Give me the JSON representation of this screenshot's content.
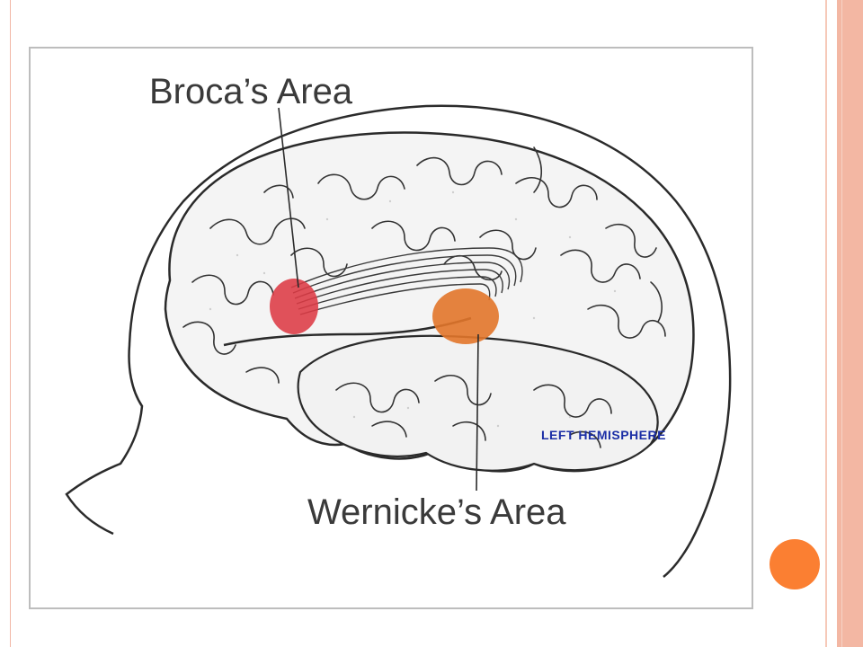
{
  "diagram": {
    "labels": {
      "broca": "Broca’s Area",
      "wernicke": "Wernicke’s Area",
      "hemisphere": "LEFT HEMISPHERE"
    },
    "regions": [
      {
        "name": "Broca’s Area",
        "color": "#dd3a44"
      },
      {
        "name": "Wernicke’s Area",
        "color": "#e2752a"
      }
    ]
  },
  "theme": {
    "accent_dot": "#fb7f32",
    "stripe": "#f3b7a3",
    "frame_border": "#bdbdbd",
    "hemisphere_text": "#1c2fa6"
  }
}
